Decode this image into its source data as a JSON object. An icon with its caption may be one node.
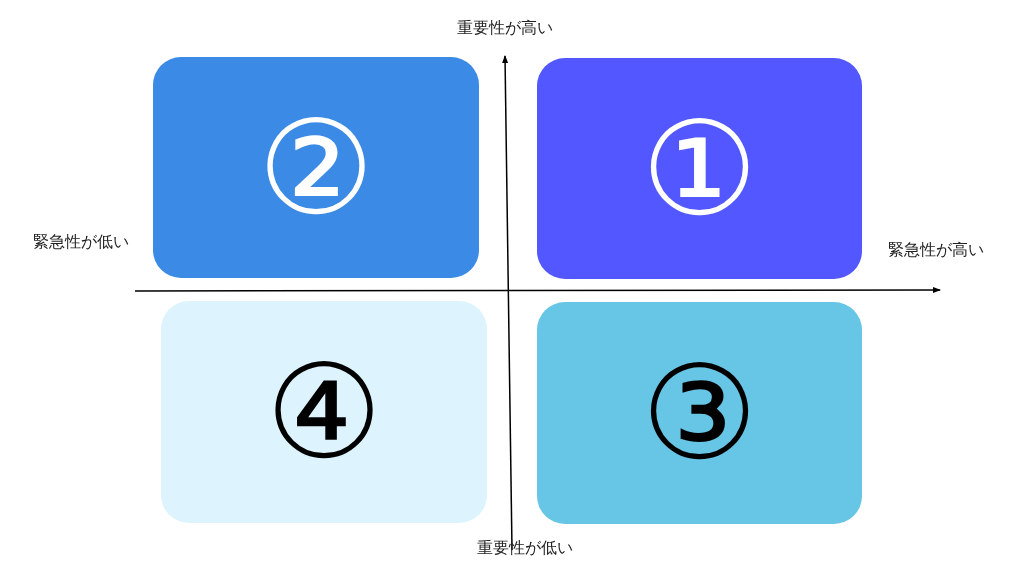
{
  "diagram": {
    "nodes": [
      {
        "text": [
          "②"
        ]
      },
      {
        "text": [
          "①"
        ]
      },
      {
        "text": [
          "④"
        ]
      },
      {
        "text": [
          "③"
        ]
      }
    ],
    "labels": [
      "重要性が高い",
      "緊急性が低い",
      "緊急性が高い",
      "重要性が低い"
    ]
  }
}
